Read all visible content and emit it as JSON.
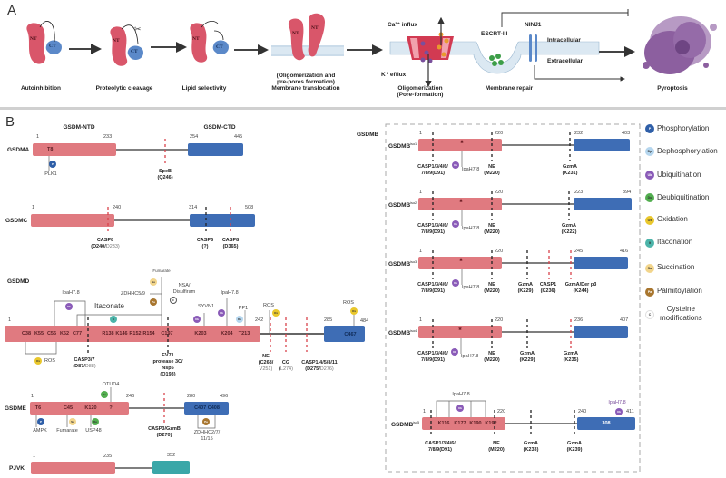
{
  "panel_a": {
    "label": "A",
    "domain_nt": "NT",
    "domain_ct": "CT",
    "steps": {
      "autoinhibition": "Autoinhibition",
      "cleavage": "Proteolytic cleavage",
      "lipid": "Lipid selectivity",
      "translocation": "(Oligomerization and\npre-pores formation)\nMembrane translocation",
      "oligomerization": "Oligomerization\n(Pore-formation)",
      "repair": "Membrane repair",
      "pyroptosis": "Pyroptosis"
    },
    "ca_influx": "Ca²⁺ influx",
    "k_efflux": "K⁺ efflux",
    "escrt": "ESCRT-III",
    "ninj1": "NINJ1",
    "intracellular": "Intracellular",
    "extracellular": "Extracellular"
  },
  "panel_b": {
    "label": "B",
    "ntd_header": "GSDM-NTD",
    "ctd_header": "GSDM-CTD",
    "gsdma": {
      "name": "GSDMA",
      "positions": [
        "1",
        "233",
        "254",
        "445"
      ],
      "residues": [
        "T8"
      ],
      "modifiers": [
        "PLK1"
      ],
      "sites": [
        "SpeB\n(Q246)"
      ]
    },
    "gsdmc": {
      "name": "GSDMC",
      "positions": [
        "1",
        "240",
        "314",
        "508"
      ],
      "sites": [
        "CASP8\n(D240/",
        "D233)",
        "CASP6\n(?)",
        "CASP8\n(D365)"
      ]
    },
    "gsdmd": {
      "name": "GSDMD",
      "positions": [
        "1",
        "242",
        "285",
        "484"
      ],
      "residues": [
        "C38",
        "K55",
        "C56",
        "K62",
        "C77",
        "R138",
        "K146",
        "R152",
        "R154",
        "C197",
        "K203",
        "K204",
        "T213",
        "C467"
      ],
      "modifiers": [
        "IpaH7.8",
        "Itaconate",
        "Fumarate",
        "ZDHHC5/9",
        "NSA/\nDisulfiram",
        "SYVN1",
        "IpaH7.8",
        "PP1",
        "ROS",
        "ROS",
        "ROS"
      ],
      "sites": [
        "CASP3/7\n(D87/",
        "D88)",
        "EV71\nprotease 3C/\nNsp5\n(Q193)",
        "NE\n(C268/",
        "V251)",
        "CG\n(",
        "L274)",
        "CASP1/4/5/8/11\n(D275/",
        "D276)"
      ]
    },
    "gsdme": {
      "name": "GSDME",
      "positions": [
        "1",
        "246",
        "280",
        "496"
      ],
      "residues": [
        "T6",
        "C45",
        "K120",
        "?",
        "C407 C408"
      ],
      "modifiers": [
        "OTUD4",
        "AMPK",
        "Fumarate",
        "USP48",
        "ZDHHC2/7/\n11/15"
      ],
      "sites": [
        "CASP3/GzmB\n(D270)"
      ]
    },
    "pjvk": {
      "name": "PJVK",
      "positions": [
        "1",
        "235",
        "352"
      ]
    },
    "gsdmb": {
      "title": "GSDMB",
      "star": "*",
      "isoforms": [
        {
          "name": "GSDMB",
          "sup": "iso1",
          "positions": [
            "1",
            "220",
            "232",
            "403"
          ],
          "modifier": "IpaH7.8",
          "sites": [
            "CASP1/3/4/6/\n7/8/9(D91)",
            "NE\n(M220)",
            "GzmA\n(K231)"
          ]
        },
        {
          "name": "GSDMB",
          "sup": "iso2",
          "positions": [
            "1",
            "220",
            "223",
            "394"
          ],
          "modifier": "IpaH7.8",
          "sites": [
            "CASP1/3/4/6/\n7/8/9(D91)",
            "NE\n(M220)",
            "GzmA\n(K222)"
          ]
        },
        {
          "name": "GSDMB",
          "sup": "iso3",
          "positions": [
            "1",
            "220",
            "245",
            "416"
          ],
          "modifier": "IpaH7.8",
          "sites": [
            "CASP1/3/4/6/\n7/8/9(D91)",
            "NE\n(M220)",
            "GzmA\n(K229)",
            "CASP1\n(K236)",
            "GzmA/Der p3\n(K244)"
          ]
        },
        {
          "name": "GSDMB",
          "sup": "iso4",
          "positions": [
            "1",
            "220",
            "236",
            "407"
          ],
          "modifier": "IpaH7.8",
          "sites": [
            "CASP1/3/4/6/\n7/8/9(D91)",
            "NE\n(M220)",
            "GzmA\n(K229)",
            "GzmA\n(K235)"
          ]
        },
        {
          "name": "GSDMB",
          "sup": "iso5",
          "positions": [
            "1",
            "220",
            "240",
            "411"
          ],
          "modifier": "IpaH7.8",
          "modifier_ctd": "IpaH7.8",
          "residues": [
            "K116",
            "K177",
            "K190",
            "K192",
            "308"
          ],
          "sites": [
            "CASP1/3/4/6/\n7/8/9(D91)",
            "NE\n(M220)",
            "GzmA\n(K233)",
            "GzmA\n(K239)"
          ]
        }
      ]
    }
  },
  "legend": {
    "items": [
      {
        "label": "Phosphorylation",
        "abbr": "P",
        "color": "#2f5fa8"
      },
      {
        "label": "Dephosphorylation",
        "abbr": "Dp",
        "color": "#b5d6ee"
      },
      {
        "label": "Ubiquitination",
        "abbr": "Ub",
        "color": "#8a5bb8"
      },
      {
        "label": "Deubiquitination",
        "abbr": "Du",
        "color": "#52ae4f"
      },
      {
        "label": "Oxidation",
        "abbr": "Ox",
        "color": "#e9c72c"
      },
      {
        "label": "Itaconation",
        "abbr": "It",
        "color": "#4cb4a9"
      },
      {
        "label": "Succination",
        "abbr": "Su",
        "color": "#f2d58c"
      },
      {
        "label": "Palmitoylation",
        "abbr": "Pa",
        "color": "#a8762f"
      },
      {
        "label": "Cysteine\nmodifications",
        "abbr": "C",
        "color": "#ffffff"
      }
    ]
  },
  "colors": {
    "ntd": "#e07a80",
    "ctd": "#3e6db5",
    "pjvk_ctd": "#3aa7a8",
    "caspase_site": "#d9434b",
    "other_site": "#222222"
  }
}
